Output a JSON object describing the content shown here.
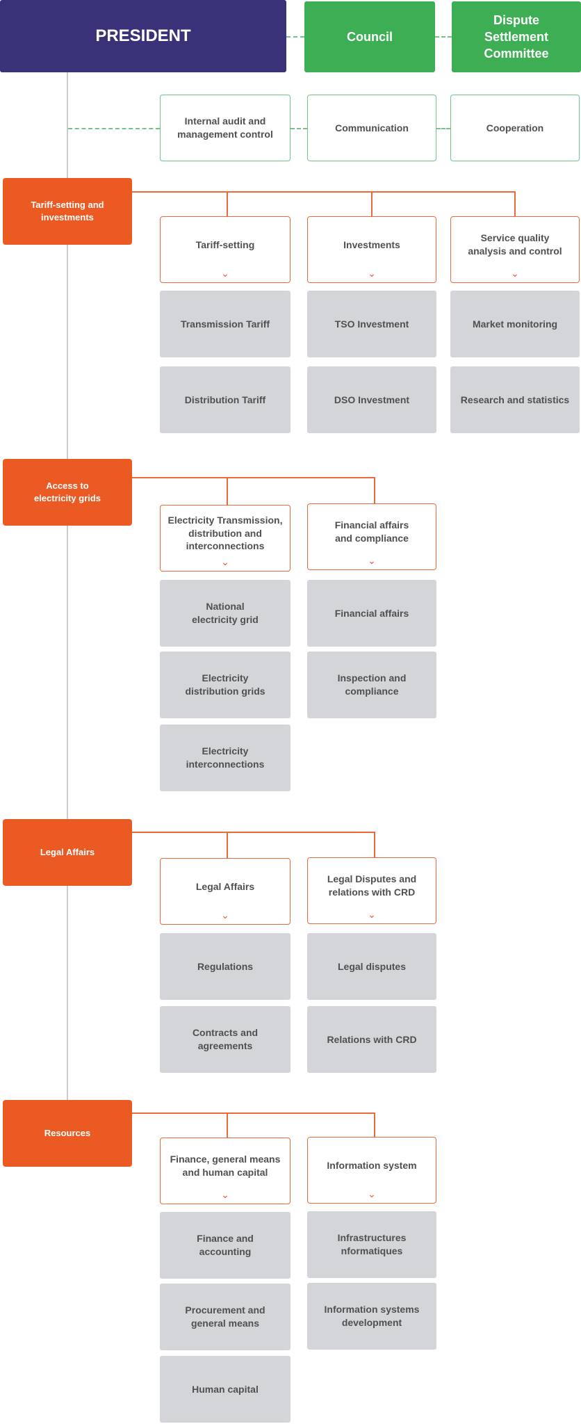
{
  "president": "PRESIDENT",
  "council": "Council",
  "dispute": "Dispute\nSettlement\nCommittee",
  "staff": [
    "Internal audit and\nmanagement control",
    "Communication",
    "Cooperation"
  ],
  "departments": [
    {
      "name": "Tariff-setting and\ninvestments",
      "units": [
        {
          "name": "Tariff-setting",
          "items": [
            "Transmission Tariff",
            "Distribution Tariff"
          ]
        },
        {
          "name": "Investments",
          "items": [
            "TSO Investment",
            "DSO Investment"
          ]
        },
        {
          "name": "Service quality\nanalysis and control",
          "items": [
            "Market monitoring",
            "Research and statistics"
          ]
        }
      ]
    },
    {
      "name": "Access to\nelectricity grids",
      "units": [
        {
          "name": "Electricity Transmission,\ndistribution and\ninterconnections",
          "items": [
            "National\nelectricity grid",
            "Electricity\ndistribution grids",
            "Electricity\ninterconnections"
          ]
        },
        {
          "name": "Financial affairs\nand compliance",
          "items": [
            "Financial affairs",
            "Inspection and\ncompliance"
          ]
        }
      ]
    },
    {
      "name": "Legal Affairs",
      "units": [
        {
          "name": "Legal Affairs",
          "items": [
            "Regulations",
            "Contracts and\nagreements"
          ]
        },
        {
          "name": "Legal Disputes and\nrelations with CRD",
          "items": [
            "Legal disputes",
            "Relations with CRD"
          ]
        }
      ]
    },
    {
      "name": "Resources",
      "units": [
        {
          "name": "Finance, general means\nand human capital",
          "items": [
            "Finance and\naccounting",
            "Procurement and\ngeneral means",
            "Human capital"
          ]
        },
        {
          "name": "Information system",
          "items": [
            "Infrastructures\nnformatiques",
            "Information systems\ndevelopment"
          ]
        }
      ]
    }
  ],
  "chevron": "⌄",
  "colors": {
    "president": "#3a3279",
    "green": "#3eae54",
    "orange": "#ec5a24",
    "grey": "#d3d5d8"
  }
}
